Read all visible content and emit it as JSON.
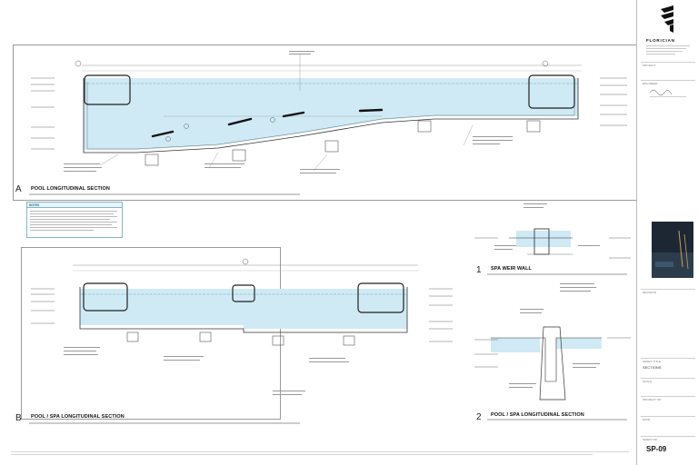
{
  "firm": {
    "name": "FLORICIAN",
    "address_lines": [
      "",
      "",
      ""
    ]
  },
  "title_block": {
    "project_label": "PROJECT",
    "project_value": "",
    "engineer_label": "ENGINEER",
    "revision_label": "REVISION",
    "sheet_title_label": "SHEET TITLE",
    "sheet_title_value": "SECTIONS",
    "scale_label": "SCALE",
    "scale_value": "",
    "project_number_label": "PROJECT NO.",
    "project_number_value": "",
    "date_label": "DATE",
    "date_value": "",
    "sheet_no_label": "SHEET NO.",
    "sheet_number": "SP-09"
  },
  "sections": [
    {
      "letter": "A",
      "title": "POOL LONGITUDINAL SECTION",
      "scale": ""
    },
    {
      "letter": "B",
      "title": "POOL / SPA LONGITUDINAL SECTION",
      "scale": ""
    },
    {
      "letter": "1",
      "title": "SPA WEIR WALL",
      "scale": ""
    },
    {
      "letter": "2",
      "title": "POOL / SPA LONGITUDINAL SECTION",
      "scale": ""
    }
  ],
  "notes": {
    "heading": "NOTES"
  },
  "colors": {
    "water": "#cfeaf4",
    "line": "#333333",
    "frame": "#9a9a9a",
    "accent": "#7fb7c9"
  }
}
